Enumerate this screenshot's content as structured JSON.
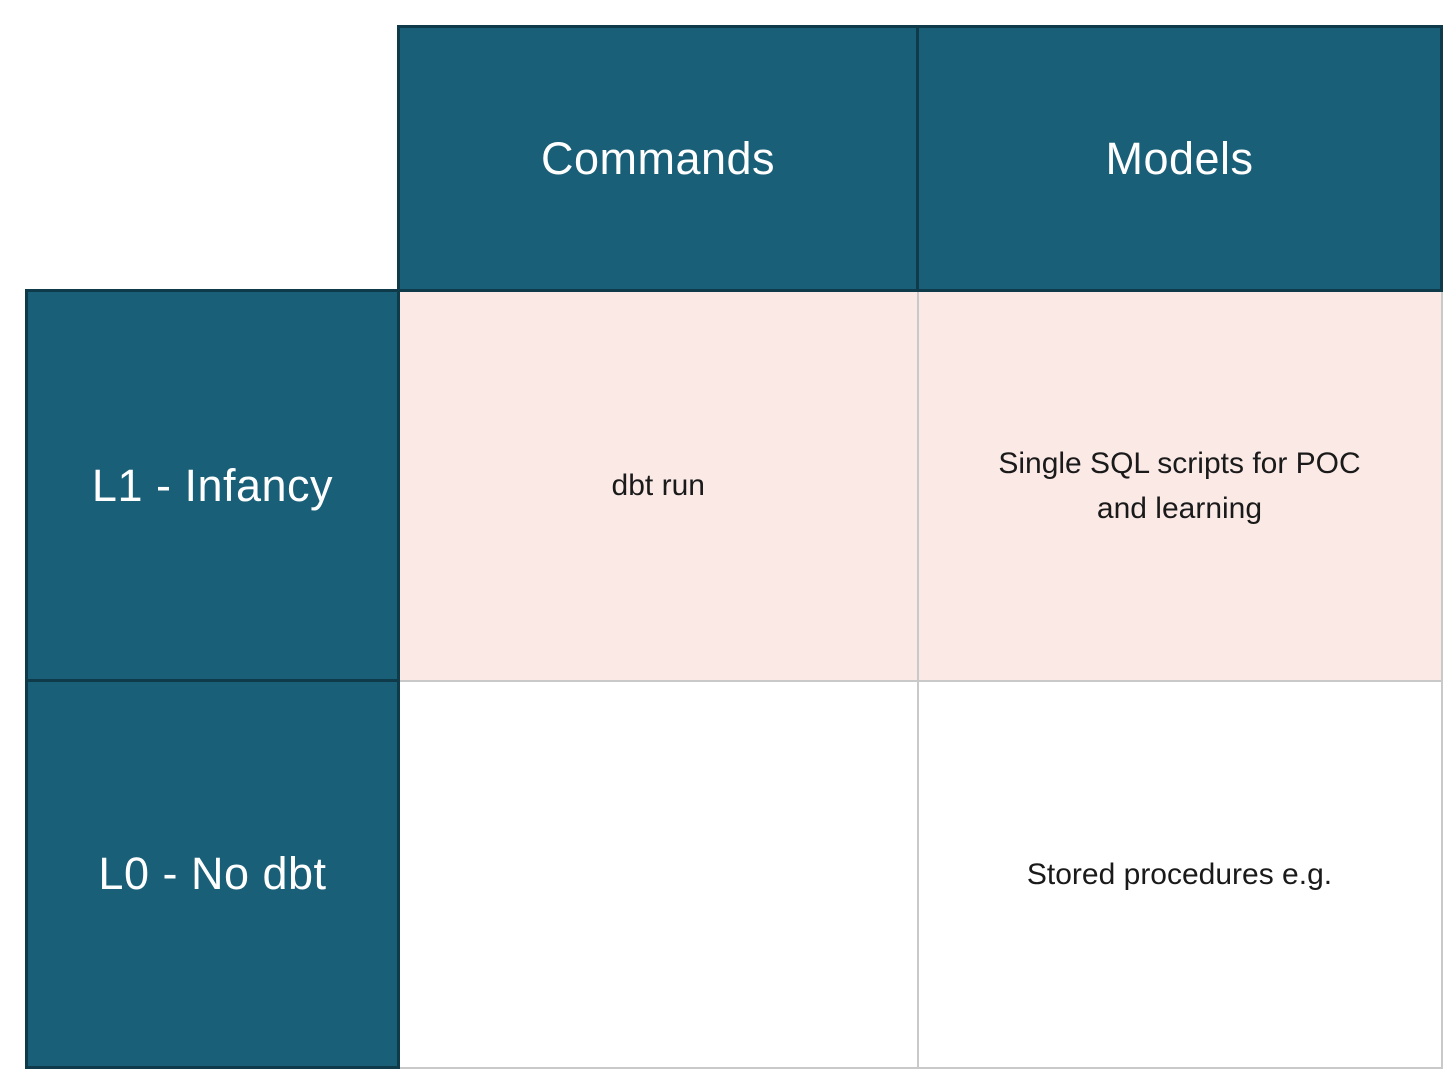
{
  "table": {
    "name": "dbt-maturity-matrix",
    "corner_label": "",
    "columns": [
      {
        "label": "Commands"
      },
      {
        "label": "Models"
      }
    ],
    "rows": [
      {
        "label": "L1 - Infancy",
        "highlighted": true,
        "cells": [
          {
            "column": "Commands",
            "text": "dbt run"
          },
          {
            "column": "Models",
            "text": "Single SQL scripts for POC and learning"
          }
        ]
      },
      {
        "label": "L0 - No dbt",
        "highlighted": false,
        "cells": [
          {
            "column": "Commands",
            "text": ""
          },
          {
            "column": "Models",
            "text": "Stored procedures e.g."
          }
        ]
      }
    ]
  },
  "colors": {
    "header_bg": "#1A5F78",
    "header_border": "#0E3A4A",
    "header_text": "#FFFFFF",
    "highlight_bg": "#FBE9E6",
    "grid_line": "#C9C9C9",
    "body_text": "#1A1A1A",
    "page_bg": "#FFFFFF"
  }
}
